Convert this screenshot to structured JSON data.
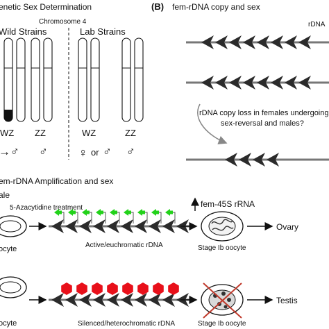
{
  "panel_a": {
    "title": "enetic Sex Determination",
    "chromosome": "Chromosome 4",
    "wild_label": "Wild Strains",
    "lab_label": "Lab Strains",
    "geno": [
      "WZ",
      "ZZ",
      "WZ",
      "ZZ"
    ],
    "sex_wz_wild": "→♂",
    "sex_zz_wild": "♂",
    "sex_lab_female": "♀",
    "sex_or": "or",
    "sex_lab_male": "♂",
    "sex_zz_lab": "♂"
  },
  "panel_b": {
    "letter": "(B)",
    "title": "fem-rDNA copy and sex",
    "rdna_label": "rDNA",
    "question_line1": "rDNA copy loss in females undergoing",
    "question_line2": "sex-reversal and males?"
  },
  "panel_c": {
    "title": "em-rDNA Amplification and sex",
    "female_label": "ale",
    "treatment": "5-Azacytidine treatment",
    "fem45s": "fem-45S rRNA",
    "oocyte_top": "ocyte",
    "oocyte_bottom": "ocyte",
    "active_label": "Active/euchromatic rDNA",
    "silenced_label": "Silenced/heterochromatic rDNA",
    "stage_top": "Stage Ib oocyte",
    "stage_bottom": "Stage Ib oocyte",
    "ovary": "Ovary",
    "testis": "Testis"
  },
  "colors": {
    "rdna_arrow": "#2b2b2b",
    "rdna_line": "#777777",
    "green_arrow": "#22d21a",
    "silencing": "#e8101a",
    "cross": "#c0392b"
  }
}
